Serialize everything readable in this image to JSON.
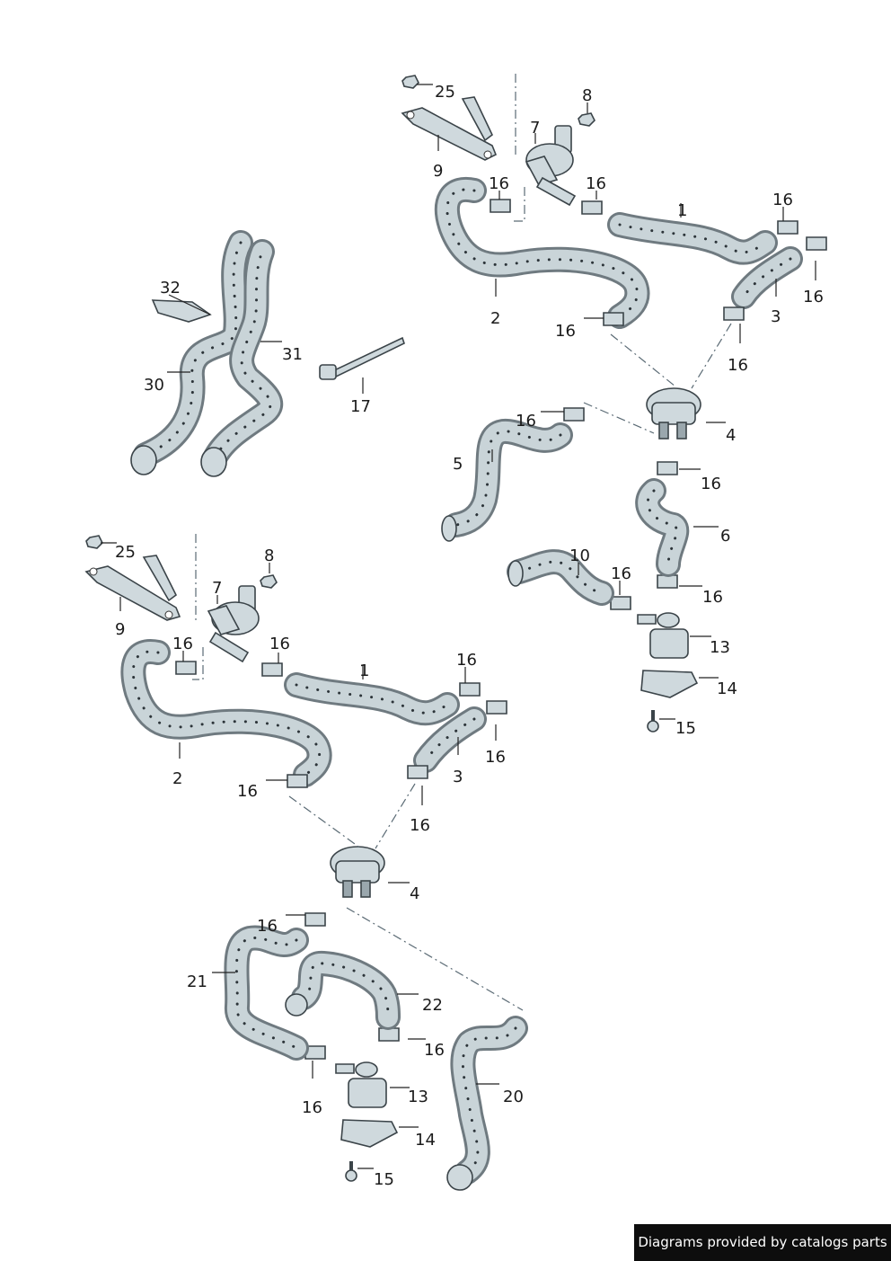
{
  "labels": {
    "top_25": "25",
    "top_8": "8",
    "top_7": "7",
    "top_9": "9",
    "top_16a": "16",
    "top_16b": "16",
    "top_1": "1",
    "top_16c": "16",
    "top_16d": "16",
    "top_2": "2",
    "top_3": "3",
    "top_16e": "16",
    "top_16f": "16",
    "top_4": "4",
    "top_16g": "16",
    "top_5": "5",
    "top_16h": "16",
    "top_6": "6",
    "top_10": "10",
    "top_16i": "16",
    "top_16j": "16",
    "top_13": "13",
    "top_14": "14",
    "top_15": "15",
    "mid_32": "32",
    "mid_31": "31",
    "mid_30": "30",
    "mid_17": "17",
    "bot_25": "25",
    "bot_8": "8",
    "bot_7": "7",
    "bot_9": "9",
    "bot_16a": "16",
    "bot_16b": "16",
    "bot_1": "1",
    "bot_16c": "16",
    "bot_16d": "16",
    "bot_2": "2",
    "bot_16e": "16",
    "bot_3": "3",
    "bot_16f": "16",
    "bot_4": "4",
    "bot_16g": "16",
    "bot_21": "21",
    "bot_22": "22",
    "bot_16h": "16",
    "bot_16i": "16",
    "bot_13": "13",
    "bot_20": "20",
    "bot_14": "14",
    "bot_15": "15"
  },
  "credit": "Diagrams provided by catalogs parts"
}
